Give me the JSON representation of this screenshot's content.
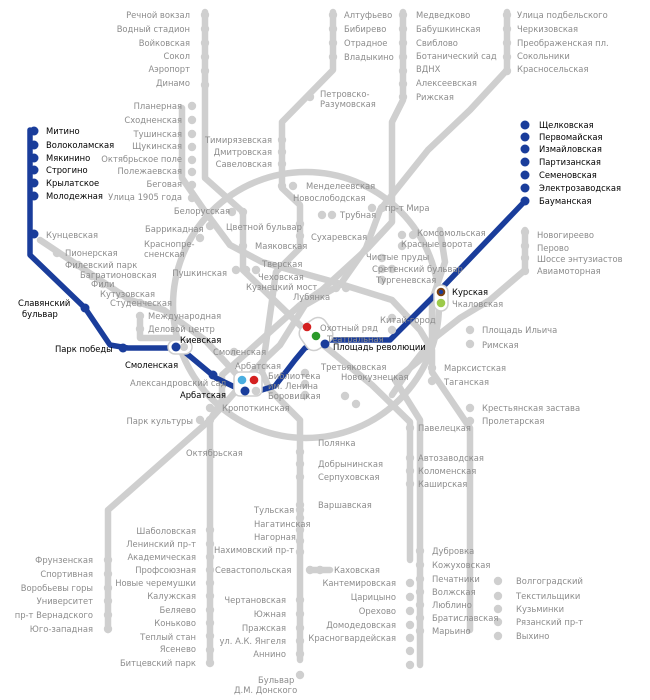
{
  "colors": {
    "active_line": "#1a3d9b",
    "inactive_line": "#cfcfcf",
    "inactive_station": "#cfcfcf",
    "active_station": "#1a3d9b",
    "inactive_text": "#8c8c8c",
    "active_text": "#000000",
    "transfer_red": "#d42020",
    "transfer_green": "#2a9a2a",
    "transfer_lightblue": "#4aaee0",
    "transfer_brown": "#7a4010",
    "transfer_lightgreen": "#9cca4a"
  },
  "active_line_stations": [
    "Щелковская",
    "Первомайская",
    "Измайловская",
    "Партизанская",
    "Семеновская",
    "Электрозаводская",
    "Бауманская",
    "Курская",
    "Площадь революции",
    "Арбатская",
    "Смоленская",
    "Киевская",
    "Парк победы",
    "Славянский бульвар",
    "Кунцевская",
    "Молодежная",
    "Крылатское",
    "Строгино",
    "Мякинино",
    "Волоколамская",
    "Митино"
  ],
  "labels": [
    {
      "id": "rechnoy-vokzal",
      "text": "Речной вокзал",
      "active": false
    },
    {
      "id": "vodny-stadion",
      "text": "Водный стадион",
      "active": false
    },
    {
      "id": "voykovskaya",
      "text": "Войковская",
      "active": false
    },
    {
      "id": "sokol",
      "text": "Сокол",
      "active": false
    },
    {
      "id": "aeroport",
      "text": "Аэропорт",
      "active": false
    },
    {
      "id": "dinamo",
      "text": "Динамо",
      "active": false
    },
    {
      "id": "altufyevo",
      "text": "Алтуфьево",
      "active": false
    },
    {
      "id": "bibirevo",
      "text": "Бибирево",
      "active": false
    },
    {
      "id": "otradnoe",
      "text": "Отрадное",
      "active": false
    },
    {
      "id": "vladykino",
      "text": "Владыкино",
      "active": false
    },
    {
      "id": "petrovsko-1",
      "text": "Петровско-",
      "active": false
    },
    {
      "id": "petrovsko-2",
      "text": "Разумовская",
      "active": false
    },
    {
      "id": "medvedkovo",
      "text": "Медведково",
      "active": false
    },
    {
      "id": "babushkinskaya",
      "text": "Бабушкинская",
      "active": false
    },
    {
      "id": "sviblovo",
      "text": "Свиблово",
      "active": false
    },
    {
      "id": "botanichesky",
      "text": "Ботанический сад",
      "active": false
    },
    {
      "id": "vdnh",
      "text": "ВДНХ",
      "active": false
    },
    {
      "id": "alekseevskaya",
      "text": "Алексеевская",
      "active": false
    },
    {
      "id": "rizhskaya",
      "text": "Рижская",
      "active": false
    },
    {
      "id": "ulitsa-podbelskogo",
      "text": "Улица подбельского",
      "active": false
    },
    {
      "id": "cherkizovskaya",
      "text": "Черкизовская",
      "active": false
    },
    {
      "id": "preobrazhenskaya",
      "text": "Преображенская пл.",
      "active": false
    },
    {
      "id": "sokolniki",
      "text": "Сокольники",
      "active": false
    },
    {
      "id": "krasnoselskaya",
      "text": "Красносельская",
      "active": false
    },
    {
      "id": "planernaya",
      "text": "Планерная",
      "active": false
    },
    {
      "id": "skhodnenskaya",
      "text": "Сходненская",
      "active": false
    },
    {
      "id": "tushinskaya",
      "text": "Тушинская",
      "active": false
    },
    {
      "id": "schukinskaya",
      "text": "Щукинская",
      "active": false
    },
    {
      "id": "oktyabrskoe-pole",
      "text": "Октябрьское поле",
      "active": false
    },
    {
      "id": "polezhaevskaya",
      "text": "Полежаевская",
      "active": false
    },
    {
      "id": "begovaya",
      "text": "Беговая",
      "active": false
    },
    {
      "id": "ulitsa-1905",
      "text": "Улица 1905 года",
      "active": false
    },
    {
      "id": "timiryazevskaya",
      "text": "Тимирязевская",
      "active": false
    },
    {
      "id": "dmitrovskaya",
      "text": "Дмитровская",
      "active": false
    },
    {
      "id": "savelovskaya",
      "text": "Савеловская",
      "active": false
    },
    {
      "id": "mendeleevskaya",
      "text": "Менделеевская",
      "active": false
    },
    {
      "id": "novoslobodskaya",
      "text": "Новослободская",
      "active": false
    },
    {
      "id": "belorusskaya",
      "text": "Белорусская",
      "active": false
    },
    {
      "id": "tsvetnoy-bulvar",
      "text": "Цветной бульвар",
      "active": false
    },
    {
      "id": "trubnaya",
      "text": "Трубная",
      "active": false
    },
    {
      "id": "pr-t-mira",
      "text": "пр-т Мира",
      "active": false
    },
    {
      "id": "mitino",
      "text": "Митино",
      "active": true
    },
    {
      "id": "volokolamskaya",
      "text": "Волоколамская",
      "active": true
    },
    {
      "id": "myakinino",
      "text": "Мякинино",
      "active": true
    },
    {
      "id": "strogino",
      "text": "Строгино",
      "active": true
    },
    {
      "id": "krylatskoe",
      "text": "Крылатское",
      "active": true
    },
    {
      "id": "molodezhnaya",
      "text": "Молодежная",
      "active": true
    },
    {
      "id": "schelkovskaya",
      "text": "Щелковская",
      "active": true
    },
    {
      "id": "pervomayskaya",
      "text": "Первомайская",
      "active": true
    },
    {
      "id": "izmaylovskaya",
      "text": "Измайловская",
      "active": true
    },
    {
      "id": "partizanskaya",
      "text": "Партизанская",
      "active": true
    },
    {
      "id": "semenovskaya",
      "text": "Семеновская",
      "active": true
    },
    {
      "id": "elektrozavodskaya",
      "text": "Электрозаводская",
      "active": true
    },
    {
      "id": "baumanskaya",
      "text": "Бауманская",
      "active": true
    },
    {
      "id": "kuntsevskaya",
      "text": "Кунцевская",
      "active": false
    },
    {
      "id": "barrikadnaya",
      "text": "Баррикадная",
      "active": false
    },
    {
      "id": "krasnopresnenskaya-1",
      "text": "Краснопре-",
      "active": false
    },
    {
      "id": "krasnopresnenskaya-2",
      "text": "сненская",
      "active": false
    },
    {
      "id": "mayakovskaya",
      "text": "Маяковская",
      "active": false
    },
    {
      "id": "sukharevskaya",
      "text": "Сухаревская",
      "active": false
    },
    {
      "id": "komsomolskaya",
      "text": "Комсомольская",
      "active": false
    },
    {
      "id": "krasnye-vorota",
      "text": "Красные ворота",
      "active": false
    },
    {
      "id": "novogireevo",
      "text": "Новогиреево",
      "active": false
    },
    {
      "id": "perovo",
      "text": "Перово",
      "active": false
    },
    {
      "id": "shosse-entuziastov",
      "text": "Шоссе энтузиастов",
      "active": false
    },
    {
      "id": "aviamotornaya",
      "text": "Авиамоторная",
      "active": false
    },
    {
      "id": "pionerskaya",
      "text": "Пионерская",
      "active": false
    },
    {
      "id": "filevsky-park",
      "text": "Филевский парк",
      "active": false
    },
    {
      "id": "bagrationovskaya",
      "text": "Багратионовская",
      "active": false
    },
    {
      "id": "fili",
      "text": "Фили",
      "active": false
    },
    {
      "id": "kutuzovskaya",
      "text": "Кутузовская",
      "active": false
    },
    {
      "id": "studencheskaya",
      "text": "Студенческая",
      "active": false
    },
    {
      "id": "pushkinskaya",
      "text": "Пушкинская",
      "active": false
    },
    {
      "id": "tverskaya",
      "text": "Тверская",
      "active": false
    },
    {
      "id": "chekhovskaya",
      "text": "Чеховская",
      "active": false
    },
    {
      "id": "kuznetsky-most",
      "text": "Кузнецкий мост",
      "active": false
    },
    {
      "id": "lubyanka",
      "text": "Лубянка",
      "active": false
    },
    {
      "id": "chistye-prudy",
      "text": "Чистые пруды",
      "active": false
    },
    {
      "id": "sretensky-bulvar",
      "text": "Сретенский бульвар",
      "active": false
    },
    {
      "id": "turgenevskaya",
      "text": "Тургеневская",
      "active": false
    },
    {
      "id": "kurskaya",
      "text": "Курская",
      "active": true
    },
    {
      "id": "chkalovskaya",
      "text": "Чкаловская",
      "active": false
    },
    {
      "id": "kitay-gorod",
      "text": "Китай-город",
      "active": false
    },
    {
      "id": "slavyansky-1",
      "text": "Славянский",
      "active": true
    },
    {
      "id": "slavyansky-2",
      "text": "бульвар",
      "active": true
    },
    {
      "id": "mezhdunarodnaya",
      "text": "Международная",
      "active": false
    },
    {
      "id": "delovoy-tsentr",
      "text": "Деловой центр",
      "active": false
    },
    {
      "id": "ohotny-ryad",
      "text": "Охотный ряд",
      "active": false
    },
    {
      "id": "teatralnaya",
      "text": "Театральная",
      "active": false
    },
    {
      "id": "ploschad-revolyutsii",
      "text": "Площадь революции",
      "active": true
    },
    {
      "id": "park-pobedy",
      "text": "Парк победы",
      "active": true
    },
    {
      "id": "kievskaya",
      "text": "Киевская",
      "active": true
    },
    {
      "id": "smolenskaya-active",
      "text": "Смоленская",
      "active": true
    },
    {
      "id": "smolenskaya-gray",
      "text": "Смоленская",
      "active": false
    },
    {
      "id": "ploschad-ilyicha",
      "text": "Площадь Ильича",
      "active": false
    },
    {
      "id": "rimskaya",
      "text": "Римская",
      "active": false
    },
    {
      "id": "marksistskaya",
      "text": "Марксистская",
      "active": false
    },
    {
      "id": "taganskaya",
      "text": "Таганская",
      "active": false
    },
    {
      "id": "arbatskaya-gray",
      "text": "Арбатская",
      "active": false
    },
    {
      "id": "biblioteka-1",
      "text": "Библиотека",
      "active": false
    },
    {
      "id": "biblioteka-2",
      "text": "им. Ленина",
      "active": false
    },
    {
      "id": "borovitskaya",
      "text": "Боровицкая",
      "active": false
    },
    {
      "id": "tretyakovskaya",
      "text": "Третьяковская",
      "active": false
    },
    {
      "id": "novokuznetskaya",
      "text": "Новокузнецкая",
      "active": false
    },
    {
      "id": "aleksandrovsky-sad",
      "text": "Александровский сад",
      "active": false
    },
    {
      "id": "arbatskaya-active",
      "text": "Арбатская",
      "active": true
    },
    {
      "id": "kropotkinskaya",
      "text": "Кропоткинская",
      "active": false
    },
    {
      "id": "park-kultury",
      "text": "Парк культуры",
      "active": false
    },
    {
      "id": "krestyanskaya-zastava",
      "text": "Крестьянская застава",
      "active": false
    },
    {
      "id": "proletarskaya",
      "text": "Пролетарская",
      "active": false
    },
    {
      "id": "paveletskaya",
      "text": "Павелецкая",
      "active": false
    },
    {
      "id": "oktyabrskaya",
      "text": "Октябрьская",
      "active": false
    },
    {
      "id": "polyanka",
      "text": "Полянка",
      "active": false
    },
    {
      "id": "dobryninskaya",
      "text": "Добрынинская",
      "active": false
    },
    {
      "id": "serpukhovskaya",
      "text": "Серпуховская",
      "active": false
    },
    {
      "id": "avtozavodskaya",
      "text": "Автозаводская",
      "active": false
    },
    {
      "id": "kolomenskaya",
      "text": "Коломенская",
      "active": false
    },
    {
      "id": "kashirskaya",
      "text": "Каширская",
      "active": false
    },
    {
      "id": "tulskaya",
      "text": "Тульская",
      "active": false
    },
    {
      "id": "nagatinskaya",
      "text": "Нагатинская",
      "active": false
    },
    {
      "id": "nagornaya",
      "text": "Нагорная",
      "active": false
    },
    {
      "id": "nakhimovsky",
      "text": "Нахимовский пр-т",
      "active": false
    },
    {
      "id": "sevastopolskaya",
      "text": "Севастопольская",
      "active": false
    },
    {
      "id": "kakhovskaya",
      "text": "Каховская",
      "active": false
    },
    {
      "id": "varshavskaya",
      "text": "Варшавская",
      "active": false
    },
    {
      "id": "shabolovskaya",
      "text": "Шаболовская",
      "active": false
    },
    {
      "id": "leninsky",
      "text": "Ленинский пр-т",
      "active": false
    },
    {
      "id": "akademicheskaya",
      "text": "Академическая",
      "active": false
    },
    {
      "id": "profsoyuznaya",
      "text": "Профсоюзная",
      "active": false
    },
    {
      "id": "novye-cheremushki",
      "text": "Новые черемушки",
      "active": false
    },
    {
      "id": "kaluzhskaya",
      "text": "Калужская",
      "active": false
    },
    {
      "id": "belyaevo",
      "text": "Беляево",
      "active": false
    },
    {
      "id": "konkovo",
      "text": "Коньково",
      "active": false
    },
    {
      "id": "tepliy-stan",
      "text": "Теплый стан",
      "active": false
    },
    {
      "id": "yasenevo",
      "text": "Ясенево",
      "active": false
    },
    {
      "id": "bittsevsky-park",
      "text": "Битцевский парк",
      "active": false
    },
    {
      "id": "frunzenskaya",
      "text": "Фрунзенская",
      "active": false
    },
    {
      "id": "sportivnaya",
      "text": "Спортивная",
      "active": false
    },
    {
      "id": "vorobyovy-gory",
      "text": "Воробьевы горы",
      "active": false
    },
    {
      "id": "universitet",
      "text": "Университет",
      "active": false
    },
    {
      "id": "pr-t-vernadskogo",
      "text": "пр-т Вернадского",
      "active": false
    },
    {
      "id": "yugo-zapadnaya",
      "text": "Юго-западная",
      "active": false
    },
    {
      "id": "chertanovskaya",
      "text": "Чертановская",
      "active": false
    },
    {
      "id": "yuzhnaya",
      "text": "Южная",
      "active": false
    },
    {
      "id": "prazhskaya",
      "text": "Пражская",
      "active": false
    },
    {
      "id": "yangelya",
      "text": "ул. А.К. Янгеля",
      "active": false
    },
    {
      "id": "annino",
      "text": "Аннино",
      "active": false
    },
    {
      "id": "bulvar-1",
      "text": "Бульвар",
      "active": false
    },
    {
      "id": "bulvar-2",
      "text": "Д.М. Донского",
      "active": false
    },
    {
      "id": "kantemirovskaya",
      "text": "Кантемировская",
      "active": false
    },
    {
      "id": "tsaritsyno",
      "text": "Царицыно",
      "active": false
    },
    {
      "id": "orekhovo",
      "text": "Орехово",
      "active": false
    },
    {
      "id": "domodedovskaya",
      "text": "Домодедовская",
      "active": false
    },
    {
      "id": "krasnogvardeyskaya",
      "text": "Красногвардейская",
      "active": false
    },
    {
      "id": "dubrovka",
      "text": "Дубровка",
      "active": false
    },
    {
      "id": "kozhukhovskaya",
      "text": "Кожуховская",
      "active": false
    },
    {
      "id": "pechatniki",
      "text": "Печатники",
      "active": false
    },
    {
      "id": "volzhskaya",
      "text": "Волжская",
      "active": false
    },
    {
      "id": "lyublino",
      "text": "Люблино",
      "active": false
    },
    {
      "id": "bratislavskaya",
      "text": "Братиславская",
      "active": false
    },
    {
      "id": "maryino",
      "text": "Марьино",
      "active": false
    },
    {
      "id": "volgogradsky",
      "text": "Волгоградский",
      "active": false
    },
    {
      "id": "tekstilschiki",
      "text": "Текстильщики",
      "active": false
    },
    {
      "id": "kuzminki",
      "text": "Кузьминки",
      "active": false
    },
    {
      "id": "ryazansky",
      "text": "Рязанский пр-т",
      "active": false
    },
    {
      "id": "vykhino",
      "text": "Выхино",
      "active": false
    }
  ]
}
